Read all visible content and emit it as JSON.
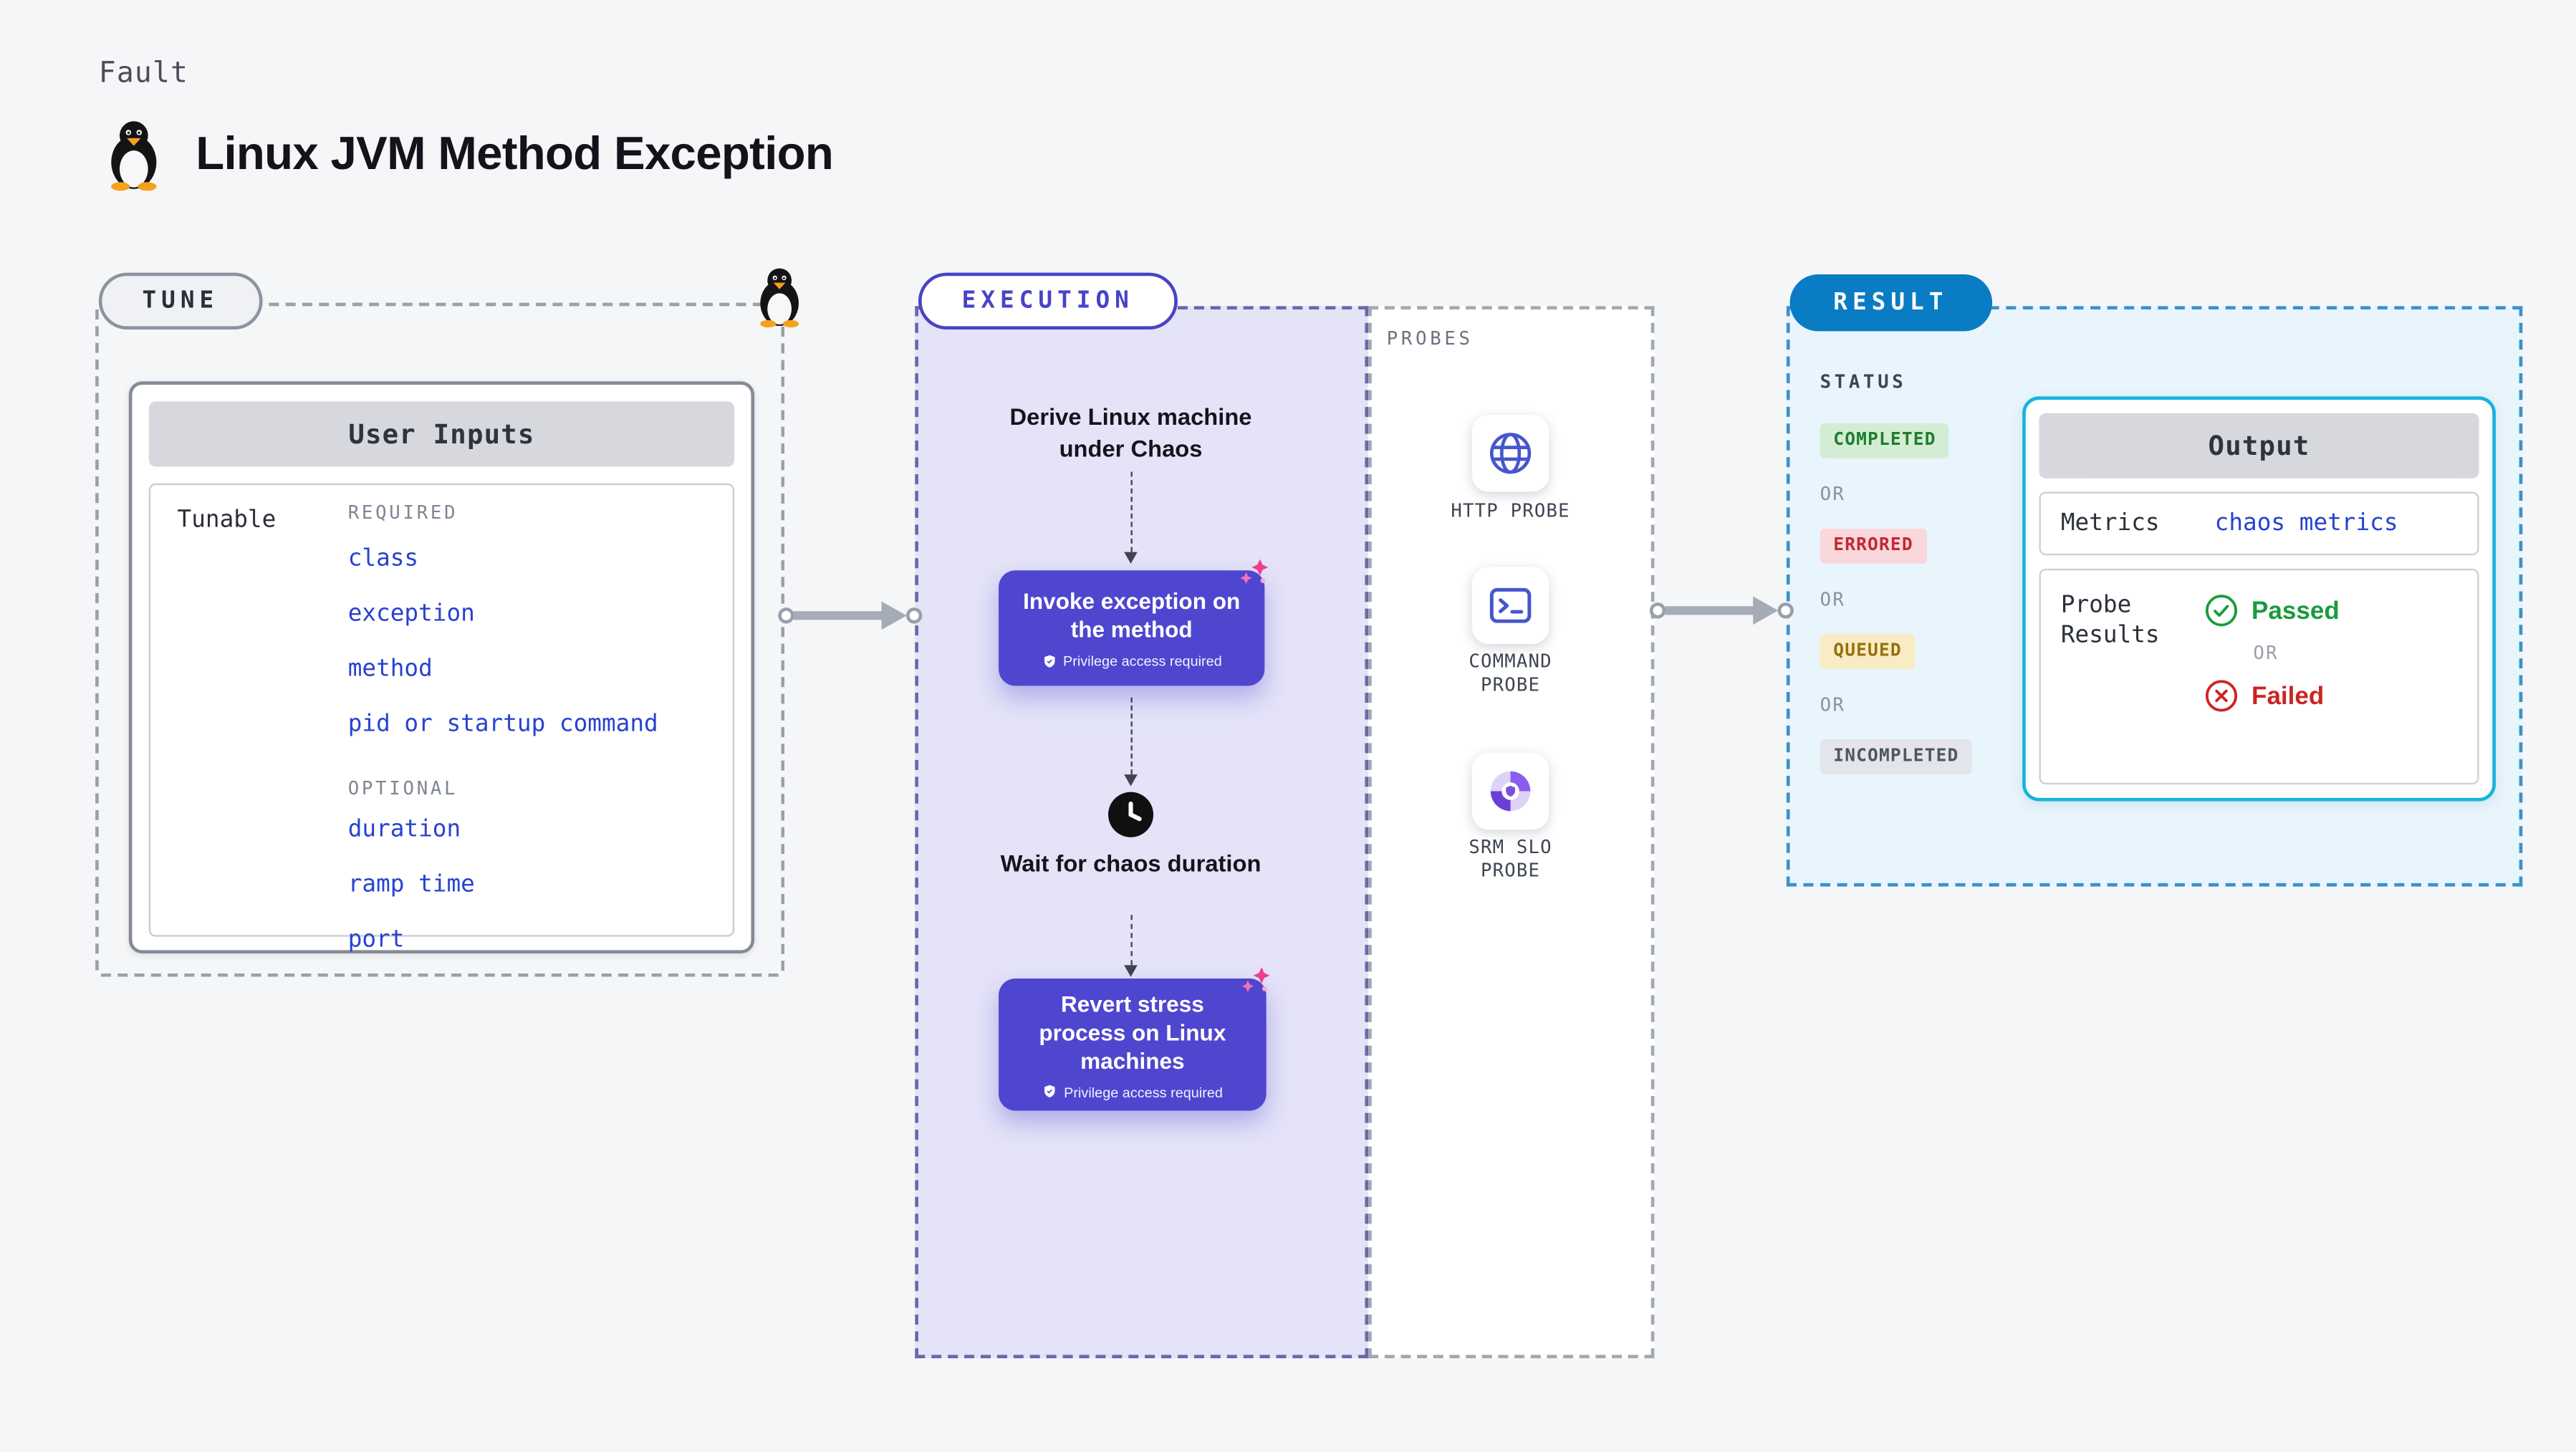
{
  "page": {
    "kicker": "Fault",
    "title": "Linux JVM Method Exception"
  },
  "tune": {
    "badge": "TUNE",
    "card_title": "User Inputs",
    "row_label": "Tunable",
    "required_label": "REQUIRED",
    "required_items": [
      "class",
      "exception",
      "method",
      "pid or startup command"
    ],
    "optional_label": "OPTIONAL",
    "optional_items": [
      "duration",
      "ramp time",
      "port"
    ]
  },
  "execution": {
    "badge": "EXECUTION",
    "step_derive": "Derive Linux machine under Chaos",
    "action_invoke": {
      "label": "Invoke exception on the method",
      "note": "Privilege access required"
    },
    "wait_label": "Wait for chaos duration",
    "action_revert": {
      "label": "Revert stress process on Linux machines",
      "note": "Privilege access required"
    }
  },
  "probes": {
    "label": "PROBES",
    "items": [
      {
        "name": "HTTP PROBE",
        "icon": "globe-icon"
      },
      {
        "name": "COMMAND PROBE",
        "icon": "terminal-icon"
      },
      {
        "name": "SRM SLO PROBE",
        "icon": "slo-pie-icon"
      }
    ]
  },
  "result": {
    "badge": "RESULT",
    "status_label": "STATUS",
    "or_label": "OR",
    "statuses": [
      {
        "label": "COMPLETED",
        "type": "completed"
      },
      {
        "label": "ERRORED",
        "type": "errored"
      },
      {
        "label": "QUEUED",
        "type": "queued"
      },
      {
        "label": "INCOMPLETED",
        "type": "incompleted"
      }
    ],
    "output": {
      "title": "Output",
      "metrics_label": "Metrics",
      "metrics_value": "chaos metrics",
      "probe_results_label": "Probe Results",
      "passed_label": "Passed",
      "or_label": "OR",
      "failed_label": "Failed"
    }
  },
  "colors": {
    "accent_indigo": "#4744c6",
    "action_purple": "#4f46cf",
    "result_blue": "#0a7cc4",
    "link_blue": "#2742d1",
    "lavender_bg": "#e4e3f8",
    "result_bg": "#e9f5fc",
    "passed_green": "#1a9b3c",
    "failed_red": "#cc2424",
    "status_completed_bg": "#d3edd4",
    "status_errored_bg": "#f9d7da",
    "status_queued_bg": "#f8ecc4",
    "status_incompleted_bg": "#e3e5ea",
    "sparkle_pink": "#ee3d8f"
  }
}
